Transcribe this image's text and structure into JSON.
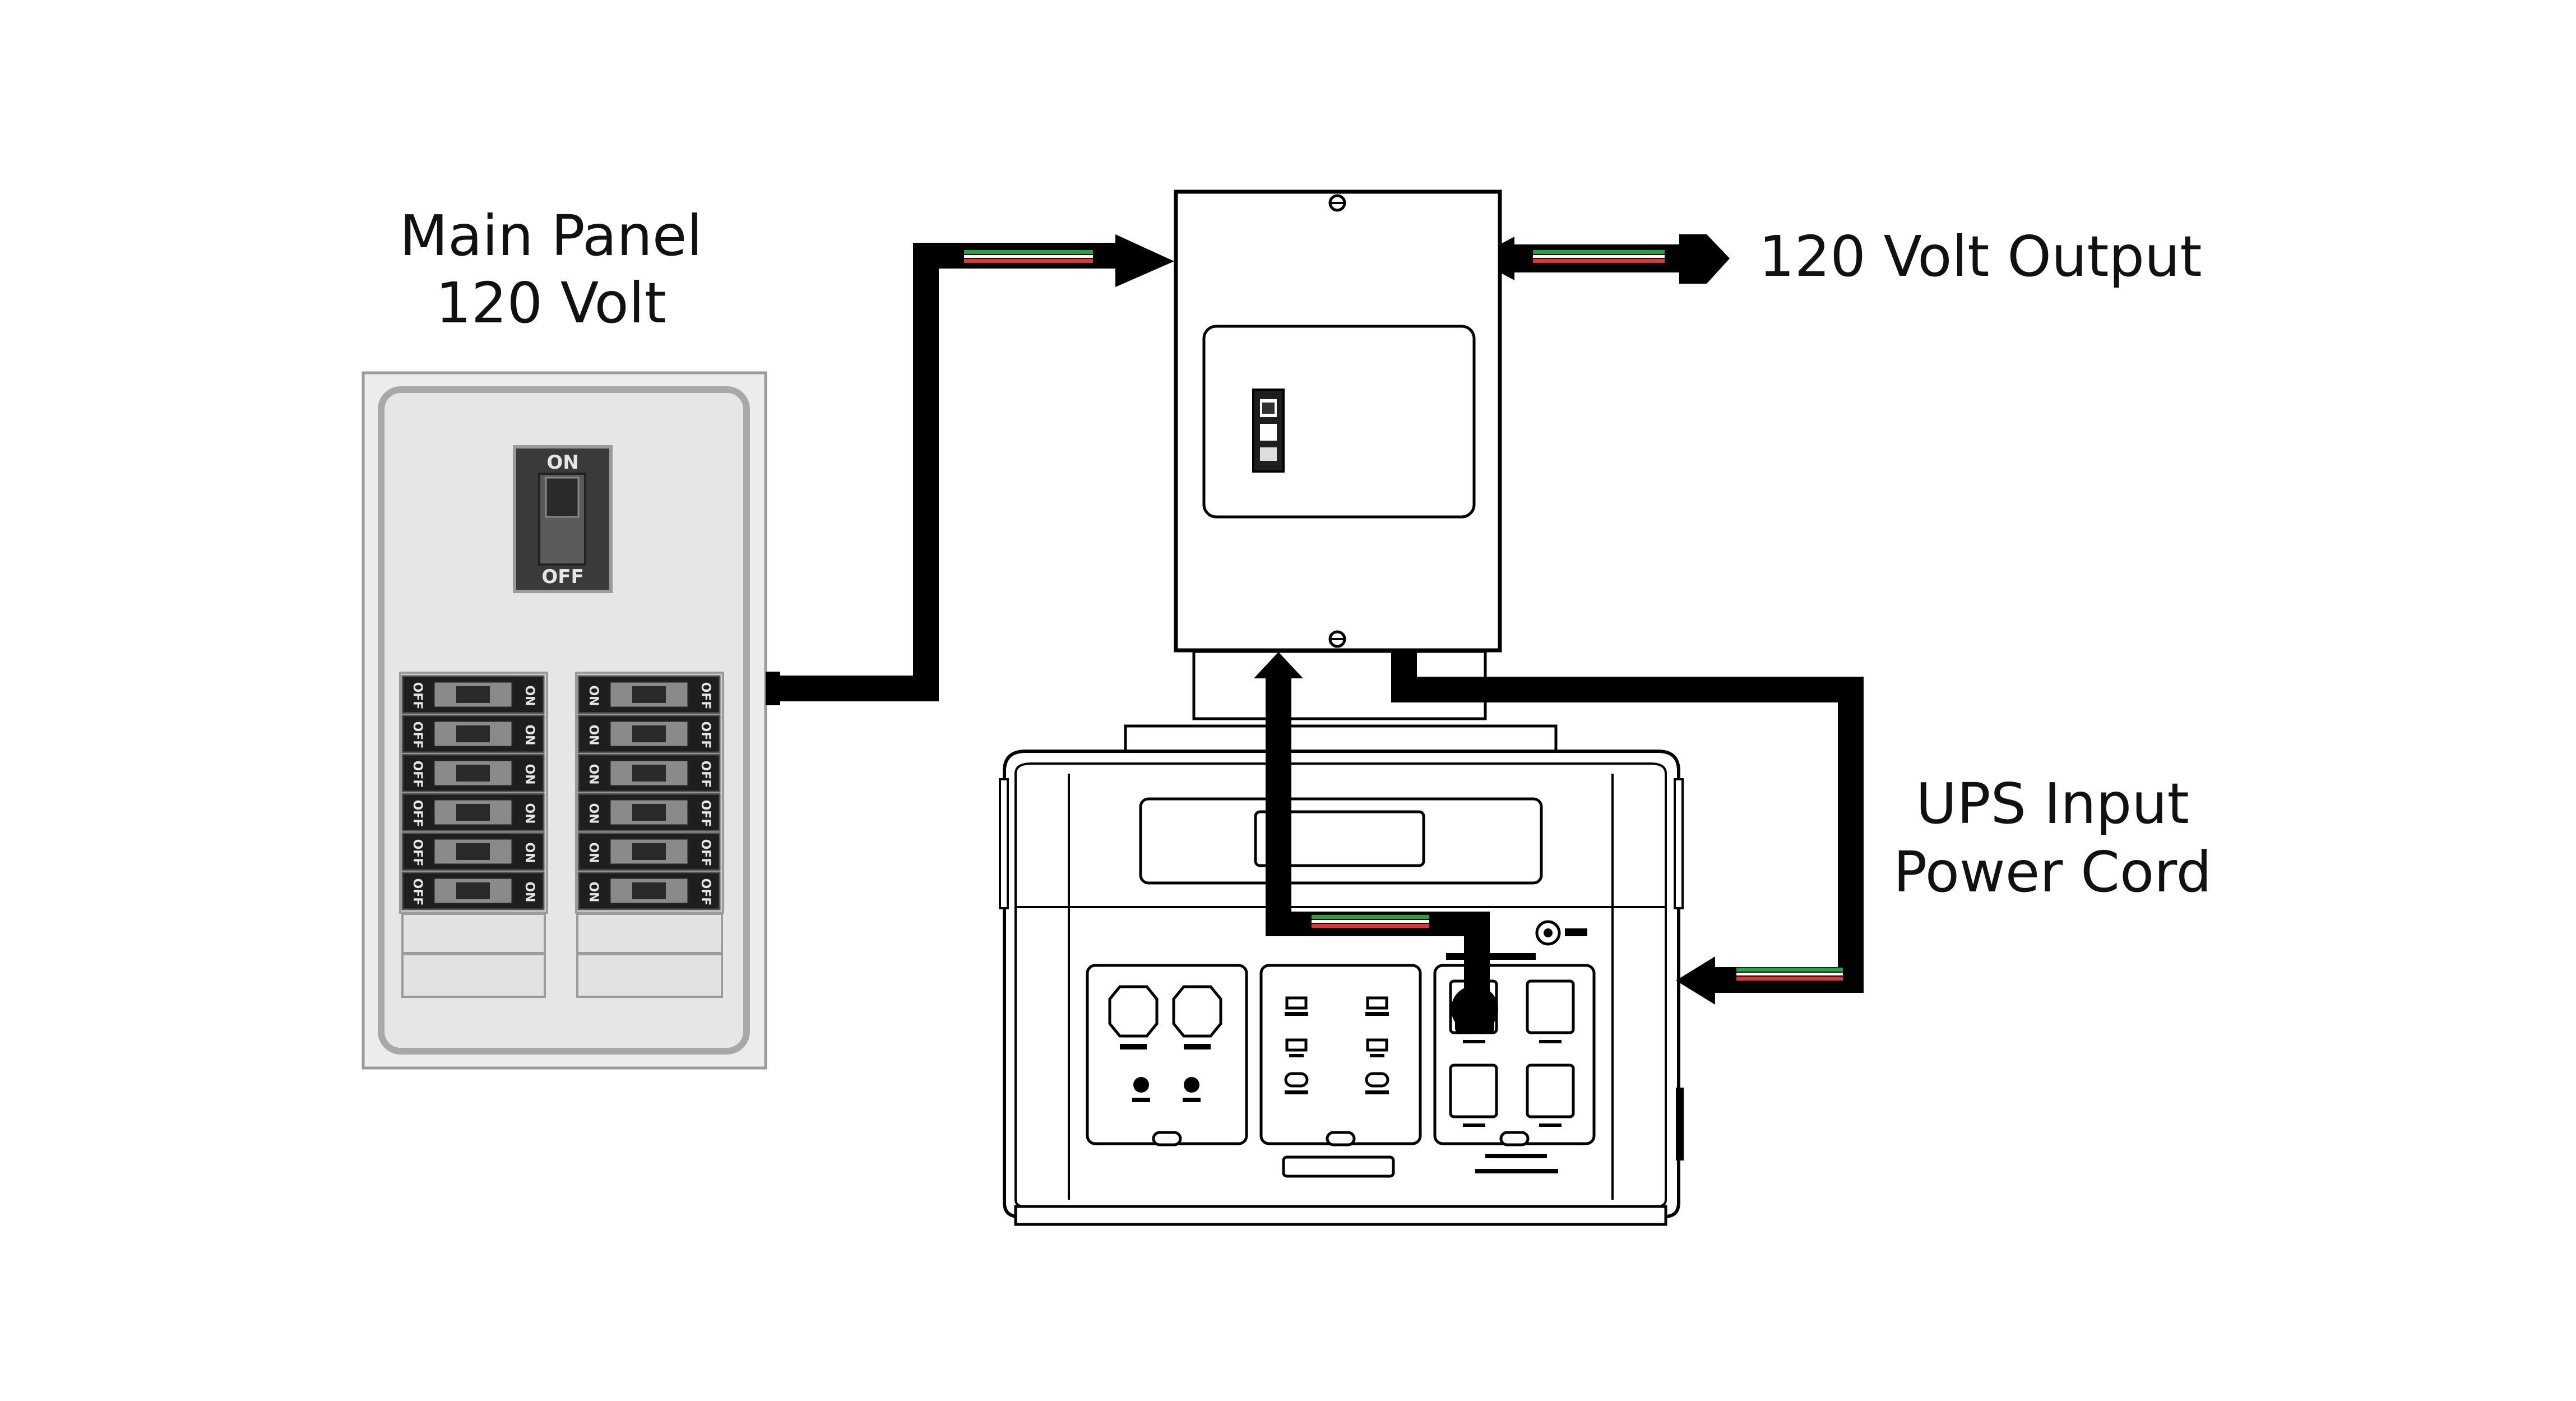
{
  "labels": {
    "main_panel_line1": "Main Panel",
    "main_panel_line2": "120 Volt",
    "output": "120 Volt Output",
    "ups_line1": "UPS Input",
    "ups_line2": "Power Cord"
  },
  "main_panel": {
    "master_on": "ON",
    "master_off": "OFF",
    "breaker_on": "ON",
    "breaker_off": "OFF",
    "breaker_rows": 6,
    "breaker_columns": 2
  },
  "colors": {
    "background": "#ffffff",
    "line": "#000000",
    "panel_fill": "#e6e6e6",
    "panel_stroke": "#9a9a9a",
    "breaker_dark": "#1e1e1e",
    "wire_green": "#2e9e3e",
    "wire_red": "#d63a3a",
    "wire_white": "#ffffff"
  }
}
